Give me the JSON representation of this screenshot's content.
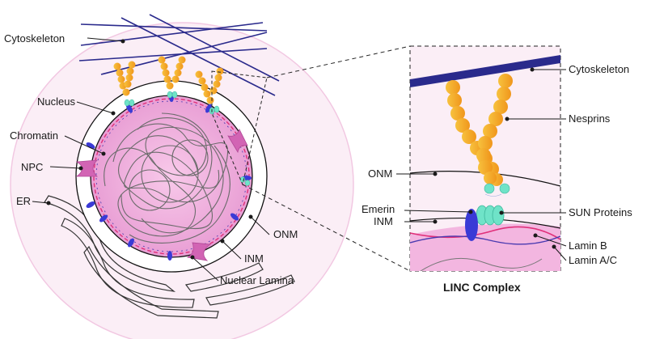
{
  "labels": {
    "cytoskeleton": "Cytoskeleton",
    "nucleus": "Nucleus",
    "chromatin": "Chromatin",
    "npc": "NPC",
    "er": "ER",
    "onm": "ONM",
    "inm": "INM",
    "nuclear_lamina": "Nuclear Lamina"
  },
  "inset": {
    "caption": "LINC Complex",
    "cytoskeleton": "Cytoskeleton",
    "nesprins": "Nesprins",
    "onm": "ONM",
    "emerin": "Emerin",
    "inm": "INM",
    "sun_proteins": "SUN Proteins",
    "lamin_b": "Lamin B",
    "lamin_ac": "Lamin A/C"
  },
  "colors": {
    "cytoplasm": "#fbeef6",
    "nucleoplasm": "#f3b6e0",
    "actin": "#2a2a8c",
    "nesprin": "#f5a623",
    "sun": "#6fe3c8",
    "emerin": "#3a3ad6",
    "npc": "#d264b4",
    "lamina": "#e0307a"
  }
}
